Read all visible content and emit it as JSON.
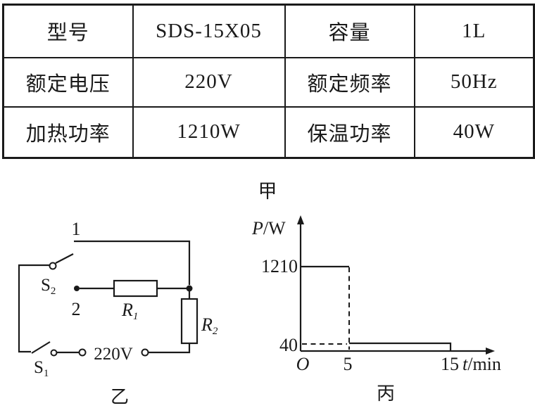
{
  "colors": {
    "ink": "#1a1a1a",
    "background": "#ffffff"
  },
  "spec_table": {
    "caption": "甲",
    "rows": [
      [
        "型号",
        "SDS-15X05",
        "容量",
        "1L"
      ],
      [
        "额定电压",
        "220V",
        "额定频率",
        "50Hz"
      ],
      [
        "加热功率",
        "1210W",
        "保温功率",
        "40W"
      ]
    ]
  },
  "circuit": {
    "caption": "乙",
    "terminal_1_label": "1",
    "terminal_2_label": "2",
    "switch_s1": {
      "base": "S",
      "sub": "1"
    },
    "switch_s2": {
      "base": "S",
      "sub": "2"
    },
    "resistor_r1": {
      "base": "R",
      "sub": "1"
    },
    "resistor_r2": {
      "base": "R",
      "sub": "2"
    },
    "source_label": "220V"
  },
  "graph": {
    "caption": "丙",
    "y_axis_symbol": "P",
    "y_axis_unit": "/W",
    "x_axis_symbol": "t",
    "x_axis_unit": "/min",
    "origin_label": "O",
    "y_tick_high": "1210",
    "y_tick_low": "40",
    "x_tick_mid": "5",
    "x_tick_end": "15"
  },
  "chart_data": {
    "type": "line",
    "title": "丙",
    "xlabel": "t/min",
    "ylabel": "P/W",
    "x_ticks": [
      0,
      5,
      15
    ],
    "y_ticks": [
      40,
      1210
    ],
    "xlim": [
      0,
      19
    ],
    "ylim": [
      0,
      1600
    ],
    "grid": false,
    "legend": false,
    "series": [
      {
        "name": "P vs t (heating then keep-warm)",
        "x": [
          0,
          5,
          5,
          15,
          15
        ],
        "y": [
          1210,
          1210,
          40,
          40,
          0
        ],
        "style": "solid-step"
      }
    ],
    "dashed_guides": [
      {
        "from_xy": [
          5,
          1210
        ],
        "to_xy": [
          5,
          0
        ],
        "note": "vertical guide at t=5"
      },
      {
        "from_xy": [
          0,
          40
        ],
        "to_xy": [
          5,
          40
        ],
        "note": "horizontal guide at P=40"
      }
    ]
  }
}
